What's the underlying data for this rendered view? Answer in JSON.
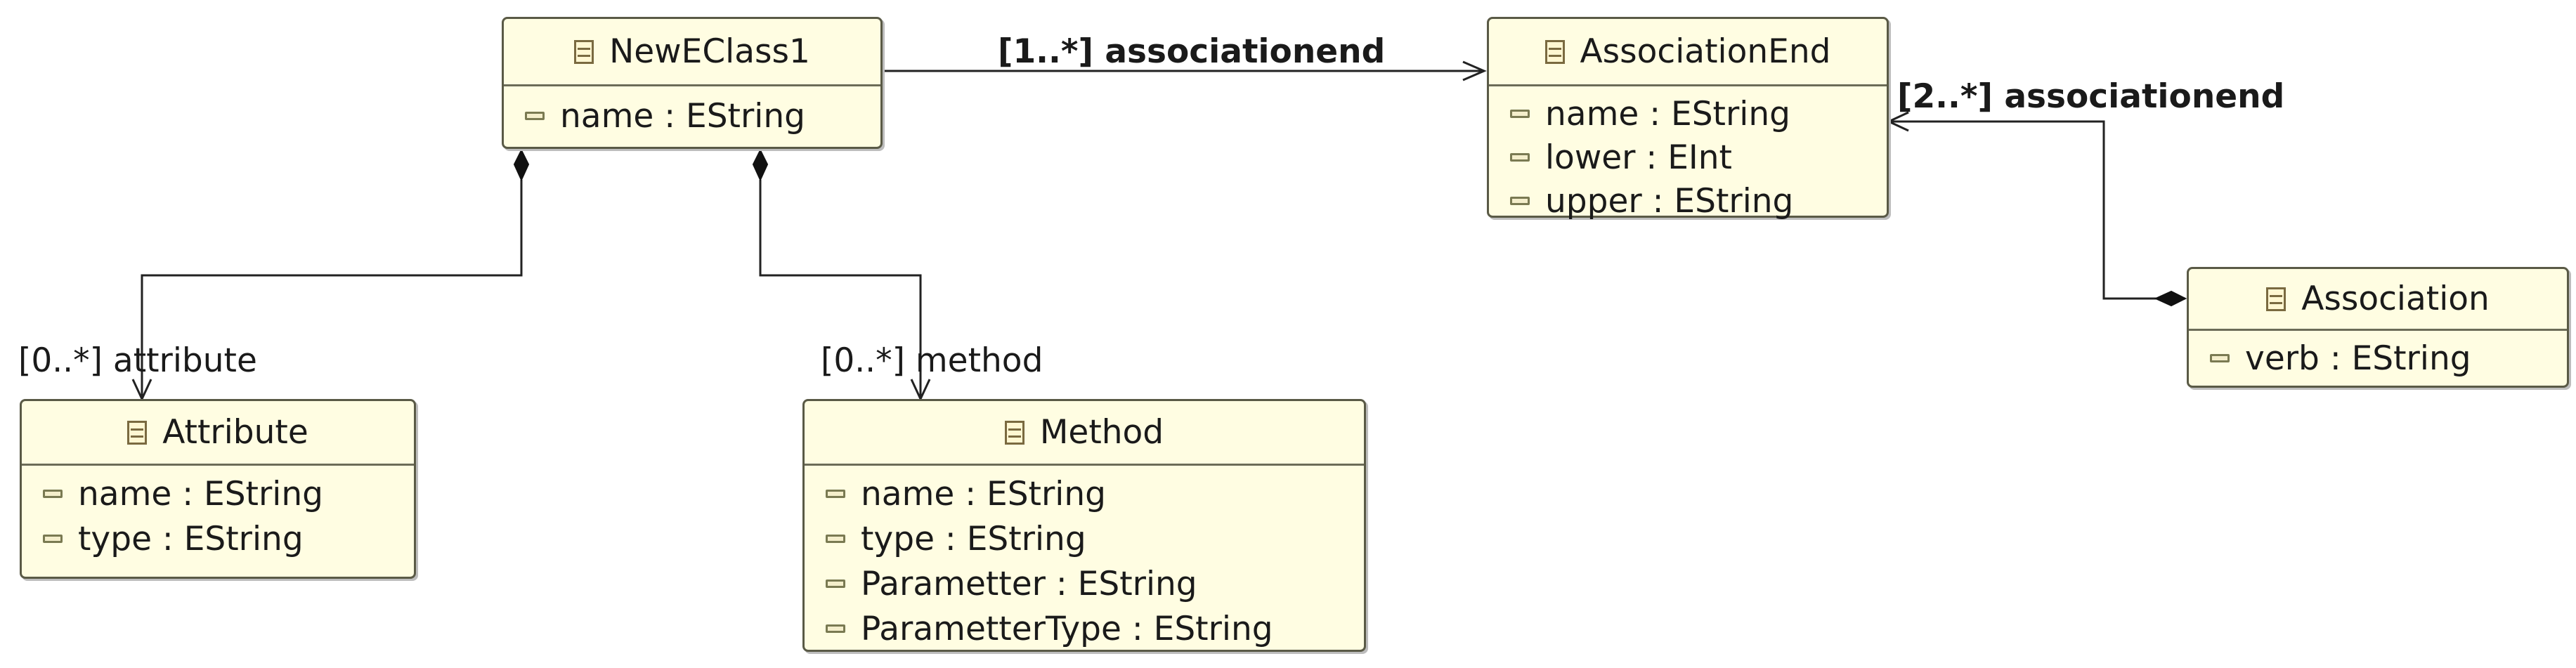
{
  "classes": {
    "neweclass1": {
      "name": "NewEClass1",
      "attributes": [
        "name : EString"
      ]
    },
    "associationend": {
      "name": "AssociationEnd",
      "attributes": [
        "name : EString",
        "lower : EInt",
        "upper : EString"
      ]
    },
    "association": {
      "name": "Association",
      "attributes": [
        "verb : EString"
      ]
    },
    "attribute": {
      "name": "Attribute",
      "attributes": [
        "name : EString",
        "type : EString"
      ]
    },
    "method": {
      "name": "Method",
      "attributes": [
        "name : EString",
        "type : EString",
        "Parametter : EString",
        "ParametterType : EString"
      ]
    }
  },
  "references": {
    "neweclass1_to_associationend": "[1..*] associationend",
    "association_to_associationend": "[2..*] associationend",
    "neweclass1_to_attribute": "[0..*] attribute",
    "neweclass1_to_method": "[0..*] method"
  },
  "icons": {
    "class": "eclass-icon",
    "attribute": "eattribute-icon"
  },
  "colors": {
    "class_fill": "#fffde2",
    "class_border": "#5a5a46"
  }
}
